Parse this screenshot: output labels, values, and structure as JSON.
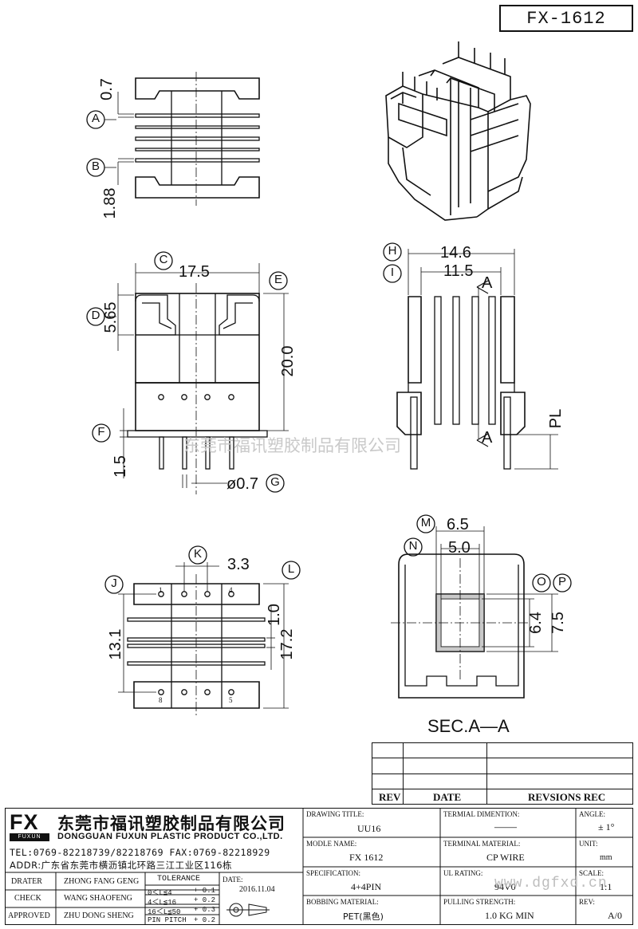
{
  "part_no": "FX-1612",
  "watermark_cn": "东莞市福讯塑胶制品有限公司",
  "watermark_site": "www.dgfxd.cn",
  "section_label": "SEC.A—A",
  "dims": {
    "d_07": "0.7",
    "d_188": "1.88",
    "d_175": "17.5",
    "d_565": "5.65",
    "d_200": "20.0",
    "d_15": "1.5",
    "d_phi07": "ø0.7",
    "d_146": "14.6",
    "d_115": "11.5",
    "d_pl": "PL",
    "d_33": "3.3",
    "d_10": "1.0",
    "d_131": "13.1",
    "d_172": "17.2",
    "d_65": "6.5",
    "d_50": "5.0",
    "d_64": "6.4",
    "d_75": "7.5"
  },
  "callouts": {
    "a": "A",
    "b": "B",
    "c": "C",
    "d": "D",
    "e": "E",
    "f": "F",
    "g": "G",
    "h": "H",
    "i": "I",
    "j": "J",
    "k": "K",
    "l": "L",
    "m": "M",
    "n": "N",
    "o": "O",
    "p": "P"
  },
  "section_marks": {
    "top": "A",
    "bottom": "A"
  },
  "pin_numbers": {
    "p1": "1",
    "p4": "4",
    "p8": "8",
    "p5": "5"
  },
  "revision_table": {
    "rev": "REV",
    "date": "DATE",
    "revisions": "REVSIONS REC"
  },
  "company": {
    "logo": "FX",
    "logo_sub": "FUXUN",
    "name_cn": "东莞市福讯塑胶制品有限公司",
    "name_en": "DONGGUAN FUXUN PLASTIC PRODUCT CO.,LTD.",
    "tel": "TEL:0769-82218739/82218769 FAX:0769-82218929",
    "addr": "ADDR:广东省东莞市横沥镇北环路三江工业区116栋"
  },
  "signoff": [
    {
      "role": "DRATER",
      "name": "ZHONG FANG GENG"
    },
    {
      "role": "CHECK",
      "name": "WANG SHAOFENG"
    },
    {
      "role": "APPROVED",
      "name": "ZHU DONG SHENG"
    }
  ],
  "tolerance": {
    "title": "TOLERANCE",
    "rows": [
      {
        "range": "0＜L≦4",
        "value": "+ 0.1"
      },
      {
        "range": "4＜L≦16",
        "value": "+ 0.2"
      },
      {
        "range": "16＜L≦50",
        "value": "+ 0.3"
      },
      {
        "range": "PIN PITCH",
        "value": "+ 0.2"
      }
    ]
  },
  "date": {
    "label": "DATE:",
    "value": "2016.11.04"
  },
  "fields": {
    "drawing_title": {
      "label": "DRAWING TITLE:",
      "value": "UU16"
    },
    "terminal_dimention": {
      "label": "TERMIAL DIMENTION:",
      "value": "——"
    },
    "angle": {
      "label": "ANGLE:",
      "value": "± 1°"
    },
    "module_name": {
      "label": "MODLE NAME:",
      "value": "FX 1612"
    },
    "terminal_material": {
      "label": "TERMINAL MATERIAL:",
      "value": "CP WIRE"
    },
    "unit": {
      "label": "UNIT:",
      "value": "mm"
    },
    "specification": {
      "label": "SPECIFICATION:",
      "value": "4+4PIN"
    },
    "ul_rating": {
      "label": "UL RATING:",
      "value": "94V0"
    },
    "scale": {
      "label": "SCALE:",
      "value": "1:1"
    },
    "bobbing_material": {
      "label": "BOBBING MATERIAL:",
      "value": "PET(黑色)"
    },
    "pulling_strength": {
      "label": "PULLING STRENGTH:",
      "value": "1.0 KG MIN"
    },
    "rev": {
      "label": "REV:",
      "value": "A/0"
    }
  }
}
